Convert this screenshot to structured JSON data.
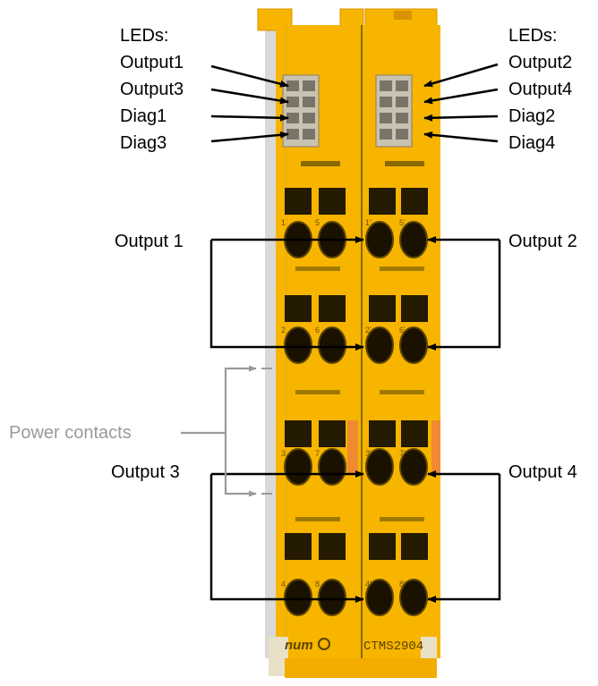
{
  "labels": {
    "leds_left": "LEDs:",
    "leds_right": "LEDs:",
    "led_output1": "Output1",
    "led_output3": "Output3",
    "led_diag1": "Diag1",
    "led_diag3": "Diag3",
    "led_output2": "Output2",
    "led_output4": "Output4",
    "led_diag2": "Diag2",
    "led_diag4": "Diag4",
    "output_1": "Output 1",
    "output_2": "Output 2",
    "output_3": "Output 3",
    "output_4": "Output 4",
    "power_contacts": "Power contacts"
  },
  "device": {
    "brand": "num",
    "model": "CTMS2904",
    "terminal_numbers": [
      "1",
      "5",
      "1'",
      "5'",
      "2",
      "6",
      "2'",
      "6'",
      "3",
      "7",
      "3'",
      "7'",
      "4",
      "8",
      "4'",
      "8'"
    ]
  },
  "colors": {
    "housing": "#f7b500",
    "housing_dark": "#d89400",
    "hole": "#1a1100",
    "release": "#f08a30",
    "power_contact_line": "#9a9a9a"
  }
}
